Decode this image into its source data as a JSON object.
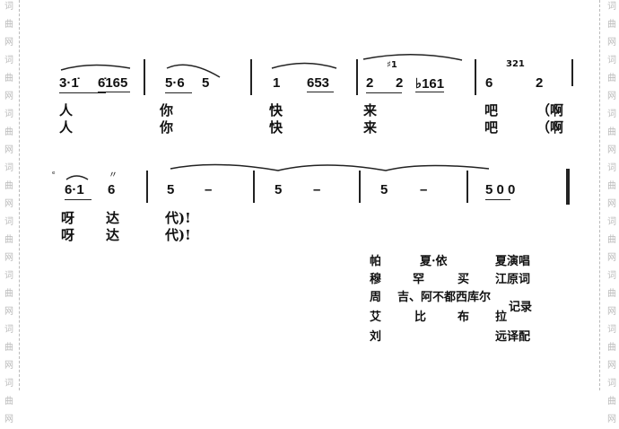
{
  "watermark": "词曲网",
  "row1": {
    "notes": [
      "3·1̇",
      "6̇165",
      "5·6",
      "5",
      "1",
      "653",
      "2",
      "♯1",
      "2",
      "♭161",
      "6",
      "321",
      "2"
    ],
    "lyrics1": [
      "人",
      "你",
      "快",
      "来",
      "吧",
      "（啊"
    ],
    "lyrics2": [
      "人",
      "你",
      "快",
      "来",
      "吧",
      "（啊"
    ]
  },
  "row2": {
    "grace": "ᵉ",
    "mark": "〃",
    "notes": [
      "6·1",
      "6",
      "5",
      "–",
      "5",
      "–",
      "5",
      "–",
      "5 0 0"
    ],
    "lyrics1": [
      "呀",
      "达",
      "代)!"
    ],
    "lyrics2": [
      "呀",
      "达",
      "代)!"
    ]
  },
  "credits": [
    [
      "帕",
      "夏·依",
      "夏演唱"
    ],
    [
      "穆",
      "罕",
      "买",
      "江原词"
    ],
    [
      "周",
      "吉、阿不都西库尔",
      "记录"
    ],
    [
      "艾",
      "比",
      "布",
      "拉"
    ],
    [
      "刘",
      "远译配"
    ]
  ]
}
